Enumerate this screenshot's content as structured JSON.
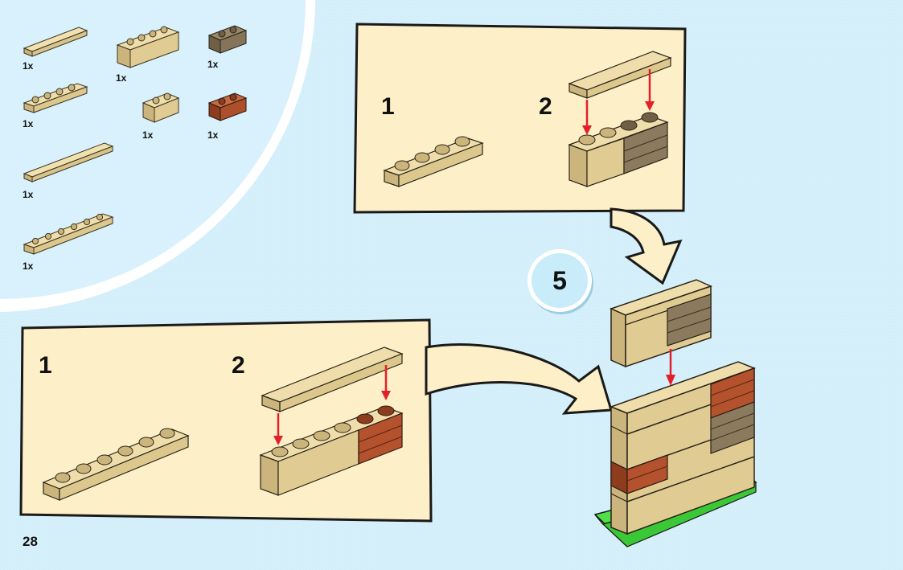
{
  "page": {
    "number": "28"
  },
  "step": {
    "number": "5"
  },
  "parts_list": {
    "items": [
      {
        "part": "tan 1x4 tile",
        "qty": "1x"
      },
      {
        "part": "tan 1x4 brick",
        "qty": "1x"
      },
      {
        "part": "dark tan 1x2 masonry brick",
        "qty": "1x"
      },
      {
        "part": "tan 1x4 plate",
        "qty": "1x"
      },
      {
        "part": "tan 1x2 brick",
        "qty": "1x"
      },
      {
        "part": "reddish brown 1x2 masonry brick",
        "qty": "1x"
      },
      {
        "part": "tan 1x6 tile",
        "qty": "1x"
      },
      {
        "part": "tan 1x6 plate",
        "qty": "1x"
      }
    ]
  },
  "sub_assembly_top": {
    "steps": [
      {
        "number": "1"
      },
      {
        "number": "2"
      }
    ]
  },
  "sub_assembly_bottom": {
    "steps": [
      {
        "number": "1"
      },
      {
        "number": "2"
      }
    ]
  },
  "colors": {
    "background": "#d6f0fb",
    "panel": "#fdf0c8",
    "tan": "#e6d29b",
    "dark_tan": "#8c7a5e",
    "reddish_brown": "#b4522e",
    "green_base": "#4fe04a",
    "arrow_red": "#e3202a"
  }
}
